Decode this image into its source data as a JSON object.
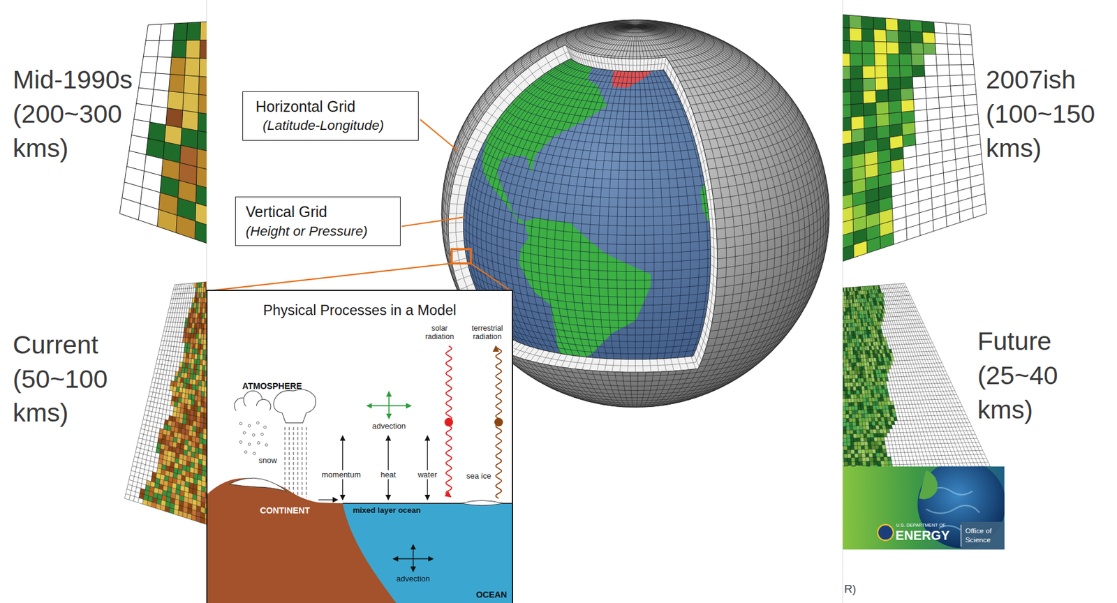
{
  "diagram": {
    "nodes": [
      {
        "text": [
          "Horizontal Grid",
          "(Latitude-Longitude)"
        ]
      },
      {
        "text": [
          "Vertical Grid",
          "(Height or Pressure)"
        ]
      },
      {
        "text": [
          "Physical Processes in a Model"
        ]
      }
    ],
    "labels": [
      "Mid-1990s (200~300 kms)",
      "Current (50~100 kms)",
      "2007ish (100~150 kms)",
      "Future (25~40 kms)",
      "solar radiation",
      "terrestrial radiation",
      "ATMOSPHERE",
      "advection",
      "snow",
      "momentum",
      "heat",
      "water",
      "sea ice",
      "CONTINENT",
      "mixed layer ocean",
      "advection",
      "OCEAN",
      "U.S. DEPARTMENT OF",
      "ENERGY",
      "Office of Science",
      "R)"
    ]
  }
}
